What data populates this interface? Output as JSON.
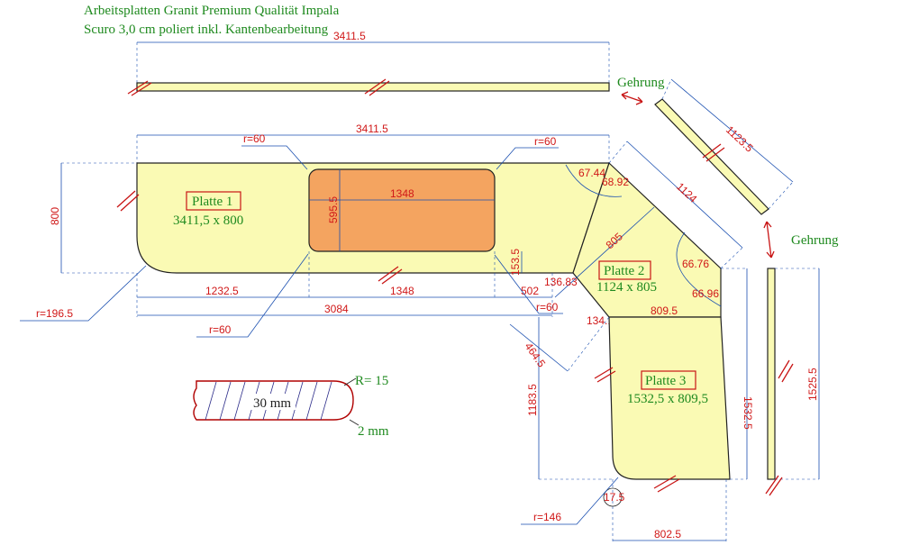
{
  "title": {
    "line1": "Arbeitsplatten Granit Premium Qualität Impala",
    "line2": "Scuro 3,0 cm poliert inkl. Kantenbearbeitung"
  },
  "labels": {
    "gehrung_top": "Gehrung",
    "gehrung_right": "Gehrung",
    "platte1_name": "Platte 1",
    "platte1_size": "3411,5 x 800",
    "platte2_name": "Platte 2",
    "platte2_size": "1124 x 805",
    "platte3_name": "Platte 3",
    "platte3_size": "1532,5 x 809,5",
    "edge_radius": "R= 15",
    "edge_thickness": "30 mm",
    "edge_chamfer": "2 mm"
  },
  "dimensions": {
    "top_strip_length": "3411.5",
    "p1_length": "3411.5",
    "p1_depth": "800",
    "cutout_length": "1348",
    "cutout_depth": "595.5",
    "cutout_bottom_offset": "153.5",
    "left_offset": "1232.5",
    "cutout_length_bottom": "1348",
    "right_offset": "502",
    "total_3084": "3084",
    "r60_top_left": "r=60",
    "r60_top_right": "r=60",
    "r60_bottom": "r=60",
    "r60_mid": "r=60",
    "r196": "r=196.5",
    "r146": "r=146",
    "angle_67_44": "67.44",
    "angle_68_92": "68.92",
    "angle_136_83": "136.83",
    "angle_134_13": "134.13",
    "angle_66_76": "66.76",
    "angle_66_96": "66.96",
    "p2_diag_1124": "1124",
    "p2_805": "805",
    "p2_809_5": "809.5",
    "strip_1123_5": "1123.5",
    "p3_464_5": "464.5",
    "p3_1183_5": "1183.5",
    "p3_1532_5": "1532.5",
    "strip_1525_5": "1525.5",
    "p3_bottom": "802.5",
    "small_17_5": "17.5"
  },
  "colors": {
    "slab": "#fafab4",
    "cutout": "#f4a460",
    "dimension_text": "#d01818",
    "dimension_line": "#1a4fb0",
    "title_text": "#1f8a1f"
  }
}
